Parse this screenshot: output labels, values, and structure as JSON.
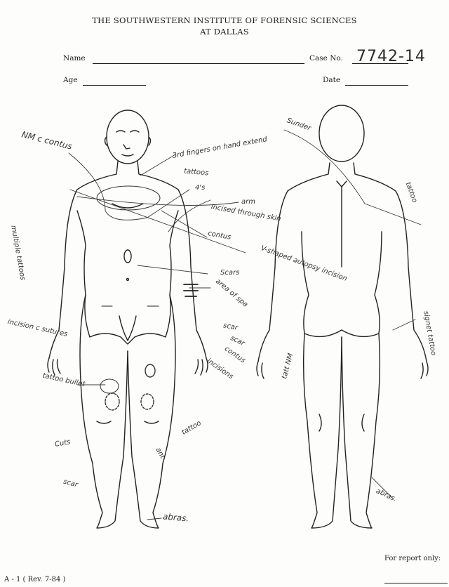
{
  "header": {
    "institute": "THE SOUTHWESTERN INSTITUTE OF FORENSIC SCIENCES",
    "location": "AT DALLAS"
  },
  "fields": {
    "name_label": "Name",
    "case_label": "Case No.",
    "case_value": "7742-14",
    "age_label": "Age",
    "date_label": "Date"
  },
  "annotations": [
    {
      "id": "nm-contus",
      "text": "NM c contus"
    },
    {
      "id": "fingers",
      "text": "3rd fingers on hand extend"
    },
    {
      "id": "tattoos",
      "text": "tattoos"
    },
    {
      "id": "upper-4s",
      "text": "4's"
    },
    {
      "id": "arm",
      "text": "arm"
    },
    {
      "id": "incised",
      "text": "incised through skin"
    },
    {
      "id": "contus",
      "text": "contus"
    },
    {
      "id": "v-shaped",
      "text": "V-shaped autopsy incision"
    },
    {
      "id": "scars-abd",
      "text": "Scars"
    },
    {
      "id": "area-spa",
      "text": "area of spa"
    },
    {
      "id": "scar-1",
      "text": "scar"
    },
    {
      "id": "scar-2",
      "text": "scar"
    },
    {
      "id": "contus-2",
      "text": "contus"
    },
    {
      "id": "incisions",
      "text": "incisions"
    },
    {
      "id": "left-tattoo",
      "text": "multiple tattoos"
    },
    {
      "id": "incision-c",
      "text": "incision c sutures"
    },
    {
      "id": "tattoo-bullet",
      "text": "tattoo bullet"
    },
    {
      "id": "tattoo-leg",
      "text": "tattoo"
    },
    {
      "id": "cuts",
      "text": "Cuts"
    },
    {
      "id": "scar-foot",
      "text": "scar"
    },
    {
      "id": "abras-front",
      "text": "abras."
    },
    {
      "id": "tattoo-back",
      "text": "tattoo"
    },
    {
      "id": "signet",
      "text": "signet tattoo"
    },
    {
      "id": "tatt-nm",
      "text": "tatt NM"
    },
    {
      "id": "abras-back",
      "text": "abras."
    },
    {
      "id": "ant",
      "text": "ant"
    },
    {
      "id": "sunder",
      "text": "Sunder"
    }
  ],
  "footer": {
    "form_id": "A - 1 ( Rev. 7-84 )",
    "report_label": "For report only:"
  }
}
